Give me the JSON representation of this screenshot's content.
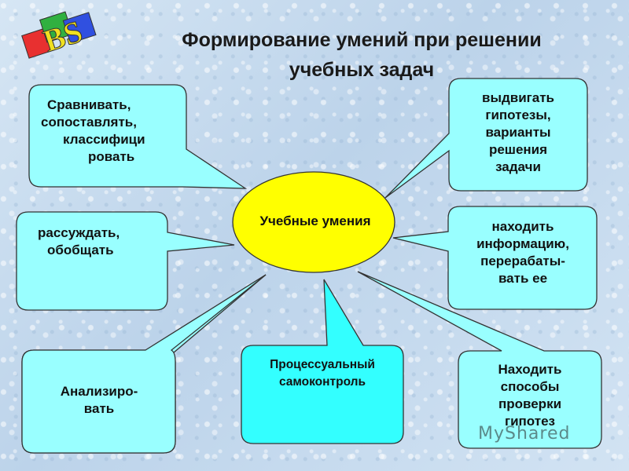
{
  "title": {
    "line1": "Формирование  умений при решении",
    "line2": "учебных задач"
  },
  "logo": {
    "text": "BS",
    "icon": "abc-blocks-logo-icon"
  },
  "center": {
    "label": "Учебные умения",
    "color": "#ffff00"
  },
  "boxes": {
    "compare": {
      "lines": [
        "Сравнивать,",
        "сопоставлять,",
        "классифици",
        "ровать"
      ]
    },
    "hypotheses": {
      "lines": [
        "выдвигать",
        "гипотезы,",
        "варианты",
        "решения",
        "задачи"
      ]
    },
    "reason": {
      "lines": [
        "рассуждать,",
        "обобщать"
      ]
    },
    "information": {
      "lines": [
        "находить",
        "информацию,",
        "перерабаты-",
        "вать ее"
      ]
    },
    "analyze": {
      "lines": [
        "Анализиро-",
        "вать"
      ]
    },
    "selfcontrol": {
      "lines": [
        "Процессуальный",
        "самоконтроль"
      ]
    },
    "verify": {
      "lines": [
        "Находить",
        "способы",
        "проверки",
        "гипотез"
      ]
    }
  },
  "colors": {
    "box_fill": "#99ffff",
    "selfcontrol_fill": "#33ffff",
    "stroke": "#333333"
  },
  "watermark": {
    "text": "MyShared"
  }
}
